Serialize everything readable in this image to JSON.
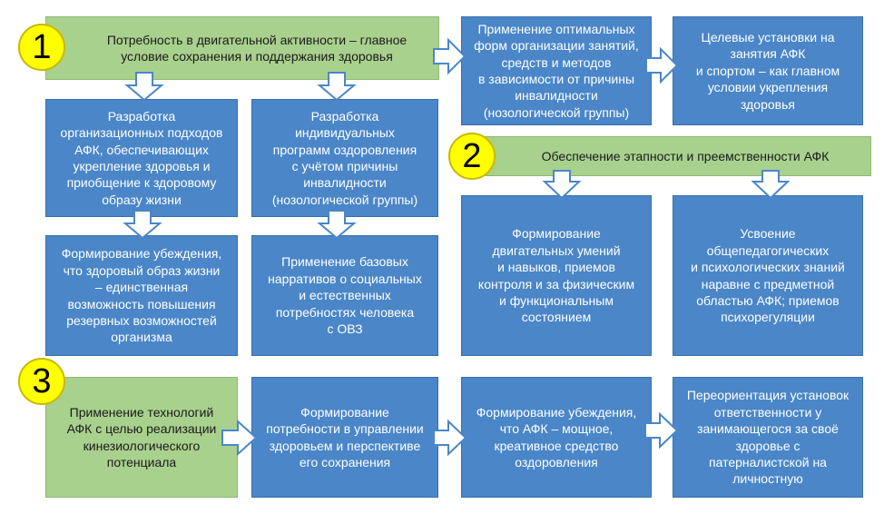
{
  "section1": {
    "badge": "1",
    "header": "Потребность в двигательной активности –  главное\nусловие сохранения и поддержания здоровья",
    "left_col": {
      "top": "Разработка\nорганизационных подходов\nАФК, обеспечивающих\nукрепление здоровья и\nприобщение к здоровому\nобразу жизни",
      "bottom": "Формирование убеждения,\nчто здоровый образ жизни\n– единственная\nвозможность повышения\nрезервных возможностей\nорганизма"
    },
    "mid_col": {
      "top": "Разработка\nиндивидуальных\nпрограмм оздоровления\nс учётом причины\nинвалидности\n(нозологической группы)",
      "bottom": "Применение базовых\nнарративов о социальных\nи естественных\nпотребностях человека\nс ОВЗ"
    },
    "right_a": "Применение оптимальных\nформ организации занятий,\nсредств и методов\nв зависимости от причины\nинвалидности\n(нозологической группы)",
    "right_b": "Целевые установки на\nзанятия АФК\nи спортом – как главном\nусловии укрепления\nздоровья"
  },
  "section2": {
    "badge": "2",
    "header": "Обеспечение этапности и преемственности АФК",
    "left": "Формирование\nдвигательных умений\nи навыков, приемов\nконтроля и за физическим\nи функциональным\nсостоянием",
    "right": "Усвоение\nобщепедагогических\nи психологических знаний\nнаравне с предметной\nобластью АФК; приемов\nпсихорегуляции"
  },
  "section3": {
    "badge": "3",
    "step1": "Применение технологий\nАФК с целью реализации\nкинезиологического\nпотенциала",
    "step2": "Формирование\nпотребности в управлении\nздоровьем и перспективе\nего сохранения",
    "step3": "Формирование убеждения,\nчто АФК – мощное,\nкреативное средство\nоздоровления",
    "step4": "Переориентация установок\nответственности у\nзанимающегося за своё\nздоровье с\nпатерналистской на\nличностную"
  },
  "colors": {
    "blue_box": "#4a86c8",
    "green_box": "#a9d18e",
    "badge": "#ffff00",
    "arrow_fill": "#ffffff"
  }
}
